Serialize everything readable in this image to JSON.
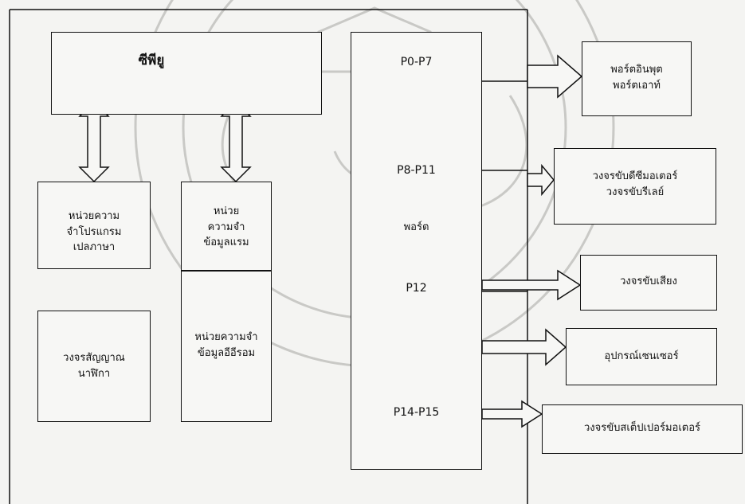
{
  "diagram": {
    "cpu_label": "ซีพียู",
    "program_memory_label": "หน่วยความ\nจำโปรแกรม\nเปลภาษา",
    "data_memory_label": "หน่วย\nความจำ\nข้อมูลแรม",
    "extra_memory_label": "หน่วยความจำ\nข้อมูลอีอีรอม",
    "clock_label": "วงจรสัญญาณ\nนาฬิกา",
    "port_labels": {
      "p0_p7": "P0-P7",
      "p8_p11": "P8-P11",
      "port": "พอร์ต",
      "p12": "P12",
      "p14_p15": "P14-P15"
    },
    "outputs": [
      "พอร์ตอินพุต\nพอร์ตเอาท์",
      "วงจรขับดีซีมอเตอร์\nวงจรขับรีเลย์",
      "วงจรขับเสียง",
      "อุปกรณ์เซนเซอร์",
      "วงจรขับสเต็ปเปอร์มอเตอร์"
    ]
  }
}
